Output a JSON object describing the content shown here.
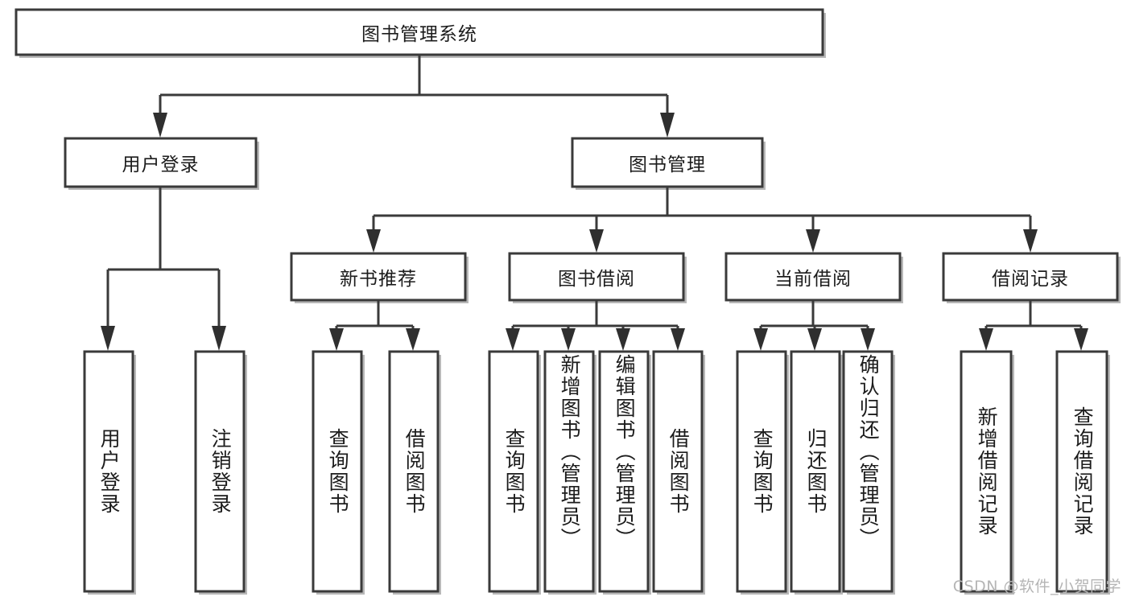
{
  "diagram": {
    "title": "图书管理系统",
    "type": "tree-hierarchy",
    "colors": {
      "box_stroke": "#3a3a3a",
      "box_fill": "#ffffff",
      "connector": "#3a3a3a",
      "arrow": "#2f2f2f",
      "text": "#1c1c1c",
      "watermark": "#b5b5b5",
      "background": "#ffffff"
    },
    "root": {
      "label": "图书管理系统",
      "orientation": "horizontal"
    },
    "level2": [
      {
        "label": "用户登录",
        "orientation": "horizontal"
      },
      {
        "label": "图书管理",
        "orientation": "horizontal"
      }
    ],
    "level3": [
      {
        "label": "新书推荐",
        "orientation": "horizontal"
      },
      {
        "label": "图书借阅",
        "orientation": "horizontal"
      },
      {
        "label": "当前借阅",
        "orientation": "horizontal"
      },
      {
        "label": "借阅记录",
        "orientation": "horizontal"
      }
    ],
    "leaves": {
      "user_login": [
        {
          "label": "用户登录",
          "orientation": "vertical"
        },
        {
          "label": "注销登录",
          "orientation": "vertical"
        }
      ],
      "new_book_recommend": [
        {
          "label": "查询图书",
          "orientation": "vertical"
        },
        {
          "label": "借阅图书",
          "orientation": "vertical"
        }
      ],
      "book_borrow": [
        {
          "label": "查询图书",
          "orientation": "vertical"
        },
        {
          "label": "新增图书（管理员）",
          "orientation": "vertical"
        },
        {
          "label": "编辑图书（管理员）",
          "orientation": "vertical"
        },
        {
          "label": "借阅图书",
          "orientation": "vertical"
        }
      ],
      "current_borrow": [
        {
          "label": "查询图书",
          "orientation": "vertical"
        },
        {
          "label": "归还图书",
          "orientation": "vertical"
        },
        {
          "label": "确认归还（管理员）",
          "orientation": "vertical"
        }
      ],
      "borrow_record": [
        {
          "label": "新增借阅记录",
          "orientation": "vertical"
        },
        {
          "label": "查询借阅记录",
          "orientation": "vertical"
        }
      ]
    }
  },
  "watermark": {
    "text": "CSDN @软件_小贺同学"
  }
}
